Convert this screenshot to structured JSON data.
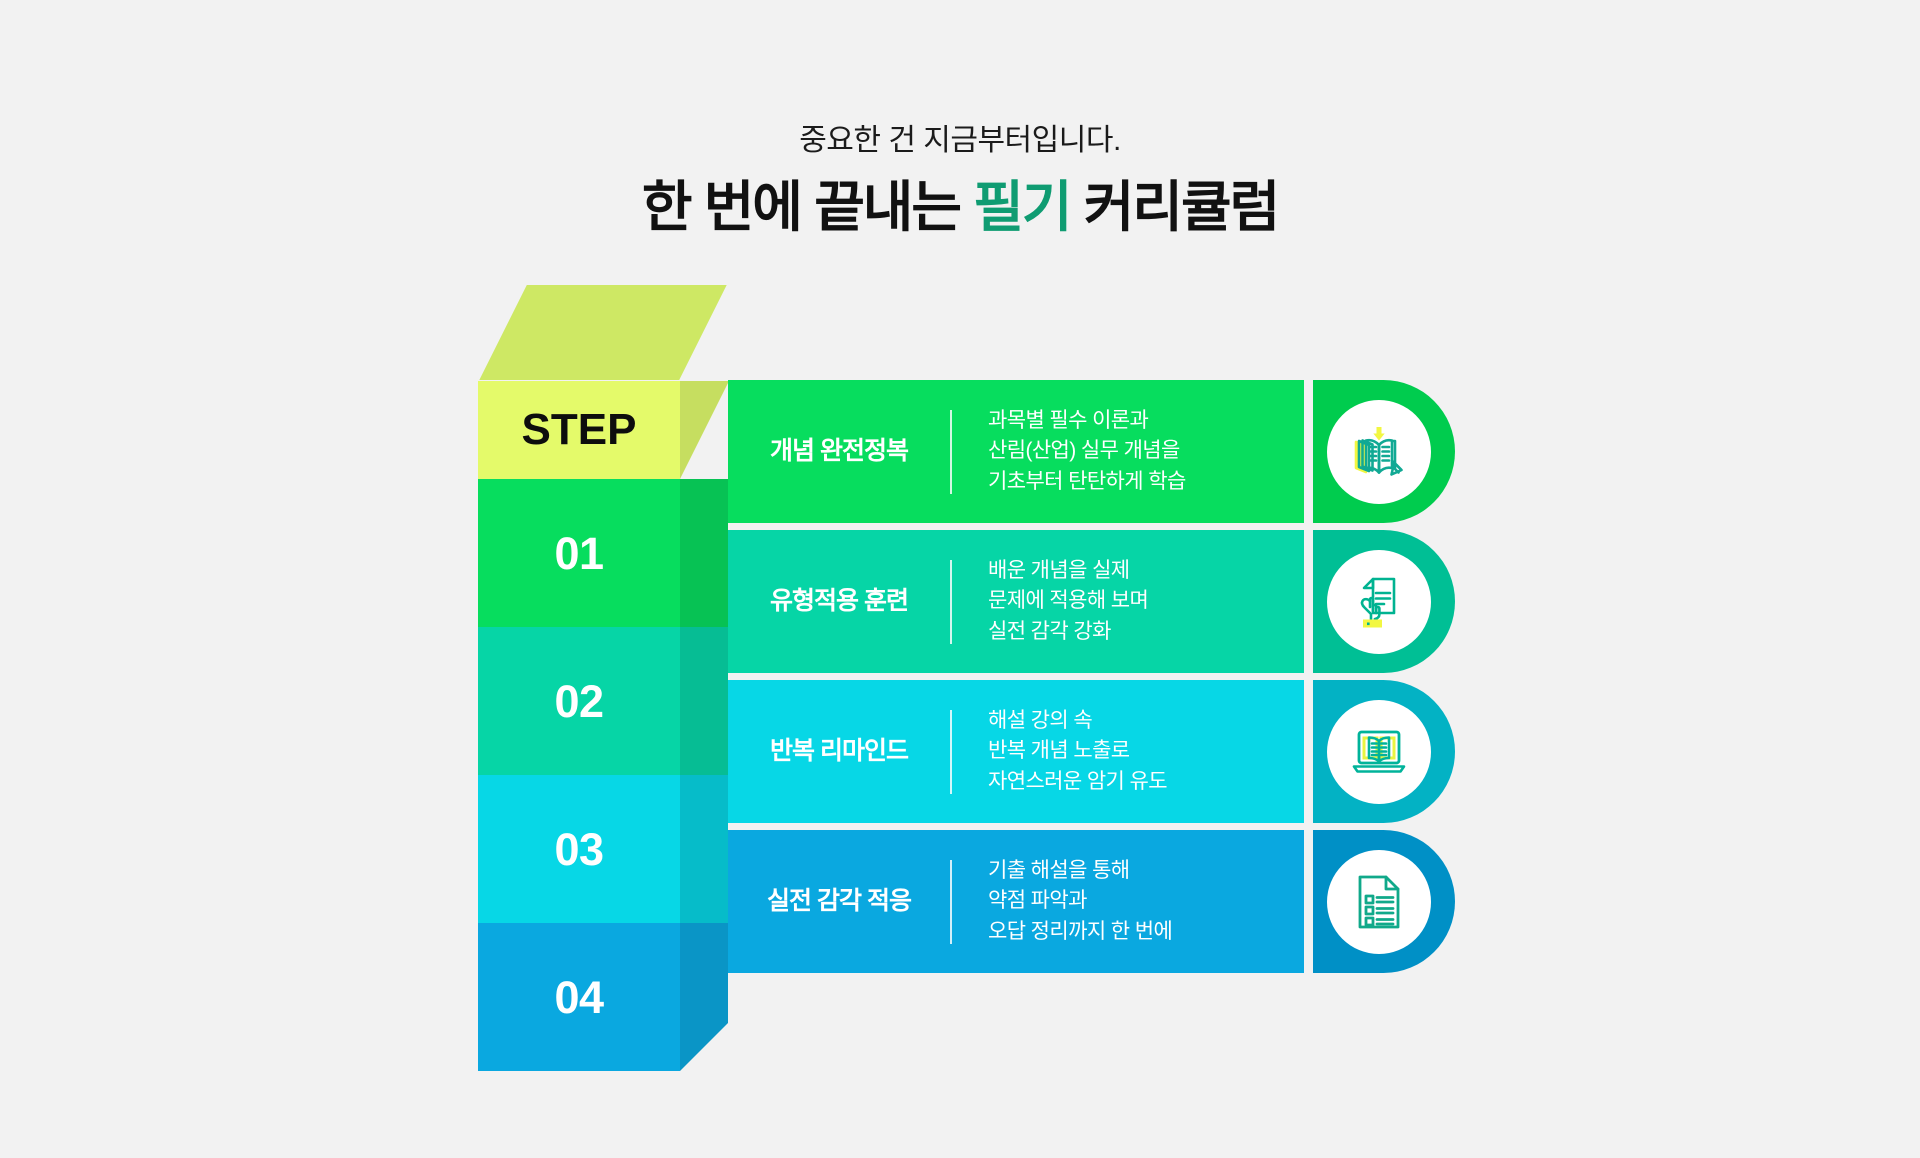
{
  "header": {
    "subtitle": "중요한 건 지금부터입니다.",
    "title_before": "한 번에 끝내는 ",
    "title_highlight": "필기",
    "title_after": " 커리큘럼",
    "highlight_color": "#0f9c72"
  },
  "tower": {
    "step_label": "STEP",
    "top_face_color": "#cee864",
    "step_front_color": "#e4fa6a",
    "step_side_color": "#c6de60",
    "numbers": [
      "01",
      "02",
      "03",
      "04"
    ]
  },
  "steps": [
    {
      "number": "01",
      "title": "개념 완전정복",
      "desc": "과목별 필수 이론과\n산림(산업) 실무 개념을\n기초부터 탄탄하게 학습",
      "bar_color": "#07dd5e",
      "badge_color": "#00cc4e",
      "block_color": "#07dd5e",
      "block_side_color": "#07c254",
      "icon": "book-pencil-download-icon",
      "icon_color": "#11a994",
      "icon_accent": "#f2f741"
    },
    {
      "number": "02",
      "title": "유형적용 훈련",
      "desc": "배운 개념을 실제\n문제에 적용해 보며\n실전 감각 강화",
      "bar_color": "#06d5a6",
      "badge_color": "#00bf95",
      "block_color": "#06d5a6",
      "block_side_color": "#06bd94",
      "icon": "hand-document-icon",
      "icon_color": "#00b391",
      "icon_accent": "#f2f741"
    },
    {
      "number": "03",
      "title": "반복 리마인드",
      "desc": "해설 강의 속\n반복 개념 노출로\n자연스러운 암기 유도",
      "bar_color": "#07d7e6",
      "badge_color": "#03b2c4",
      "block_color": "#07d7e6",
      "block_side_color": "#06bcc9",
      "icon": "laptop-book-icon",
      "icon_color": "#00b39a",
      "icon_accent": "#e9f441"
    },
    {
      "number": "04",
      "title": "실전 감각 적응",
      "desc": "기출 해설을 통해\n약점 파악과\n오답 정리까지 한 번에",
      "bar_color": "#0aa8e0",
      "badge_color": "#0090c6",
      "block_color": "#0aa8e0",
      "block_side_color": "#0a95c6",
      "icon": "checklist-document-icon",
      "icon_color": "#10a98a",
      "icon_accent": "#10a98a"
    }
  ]
}
